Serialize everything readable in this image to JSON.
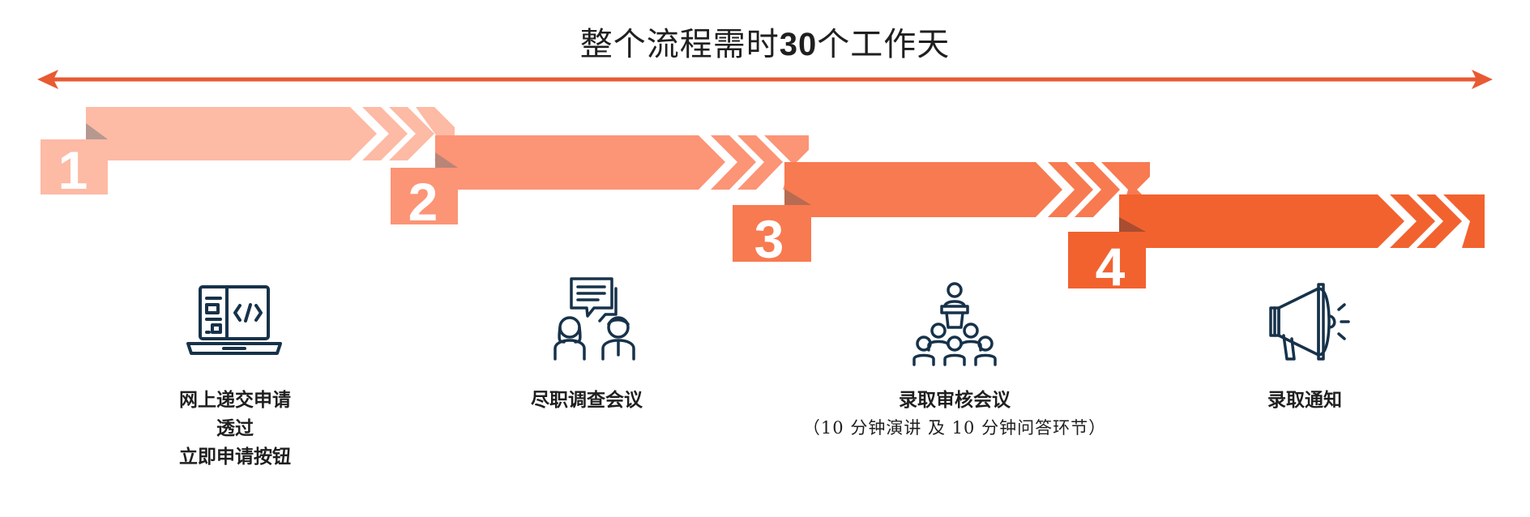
{
  "header": {
    "title_before": "整个流程需时",
    "title_number": "30",
    "title_after": "个工作天"
  },
  "colors": {
    "arrow": "#e85a32",
    "icon_stroke": "#17324a",
    "band_1": "#fdbaa5",
    "band_2": "#fc9476",
    "band_3": "#f87a50",
    "band_4": "#f2622f"
  },
  "steps": [
    {
      "number": "1",
      "icon": "laptop-code-icon",
      "label_lines": [
        "网上递交申请",
        "透过",
        "立即申请按钮"
      ]
    },
    {
      "number": "2",
      "icon": "meeting-discussion-icon",
      "label_lines": [
        "尽职调查会议"
      ]
    },
    {
      "number": "3",
      "icon": "presentation-audience-icon",
      "label_lines": [
        "录取审核会议"
      ],
      "sub_label": "（10 分钟演讲 及 10 分钟问答环节）"
    },
    {
      "number": "4",
      "icon": "megaphone-icon",
      "label_lines": [
        "录取通知"
      ]
    }
  ]
}
